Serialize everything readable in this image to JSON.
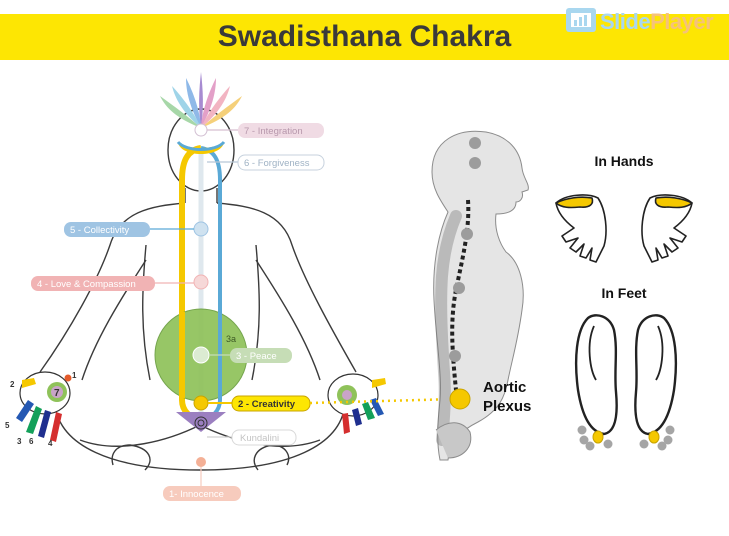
{
  "title": "Swadisthana Chakra",
  "logo": {
    "part1": "Slide",
    "part2": "Player"
  },
  "chakras": [
    {
      "label": "7 - Integration",
      "color": "#e7c7d4",
      "text": "#ad8aa0"
    },
    {
      "label": "6 - Forgiveness",
      "color": "#ffffff",
      "text": "#9fb2c4"
    },
    {
      "label": "5 - Collectivity",
      "color": "#9fc4e3",
      "text": "#ffffff"
    },
    {
      "label": "4 - Love & Compassion",
      "color": "#f1b3b4",
      "text": "#ffffff"
    },
    {
      "label": "3 - Peace",
      "color": "#c6ddb6",
      "text": "#ffffff"
    },
    {
      "label": "2 - Creativity",
      "color": "#fde603",
      "text": "#333333"
    },
    {
      "label": "Kundalini",
      "color": "#ffffff",
      "text": "#c4c4c4"
    },
    {
      "label": "1- Innocence",
      "color": "#f7cbbd",
      "text": "#ffffff"
    }
  ],
  "sub_label": "3a",
  "aortic": {
    "line1": "Aortic",
    "line2": "Plexus"
  },
  "hands": {
    "title": "In Hands"
  },
  "feet": {
    "title": "In Feet"
  },
  "finger_numbers": [
    "1",
    "2",
    "3",
    "4",
    "5",
    "6",
    "7"
  ]
}
